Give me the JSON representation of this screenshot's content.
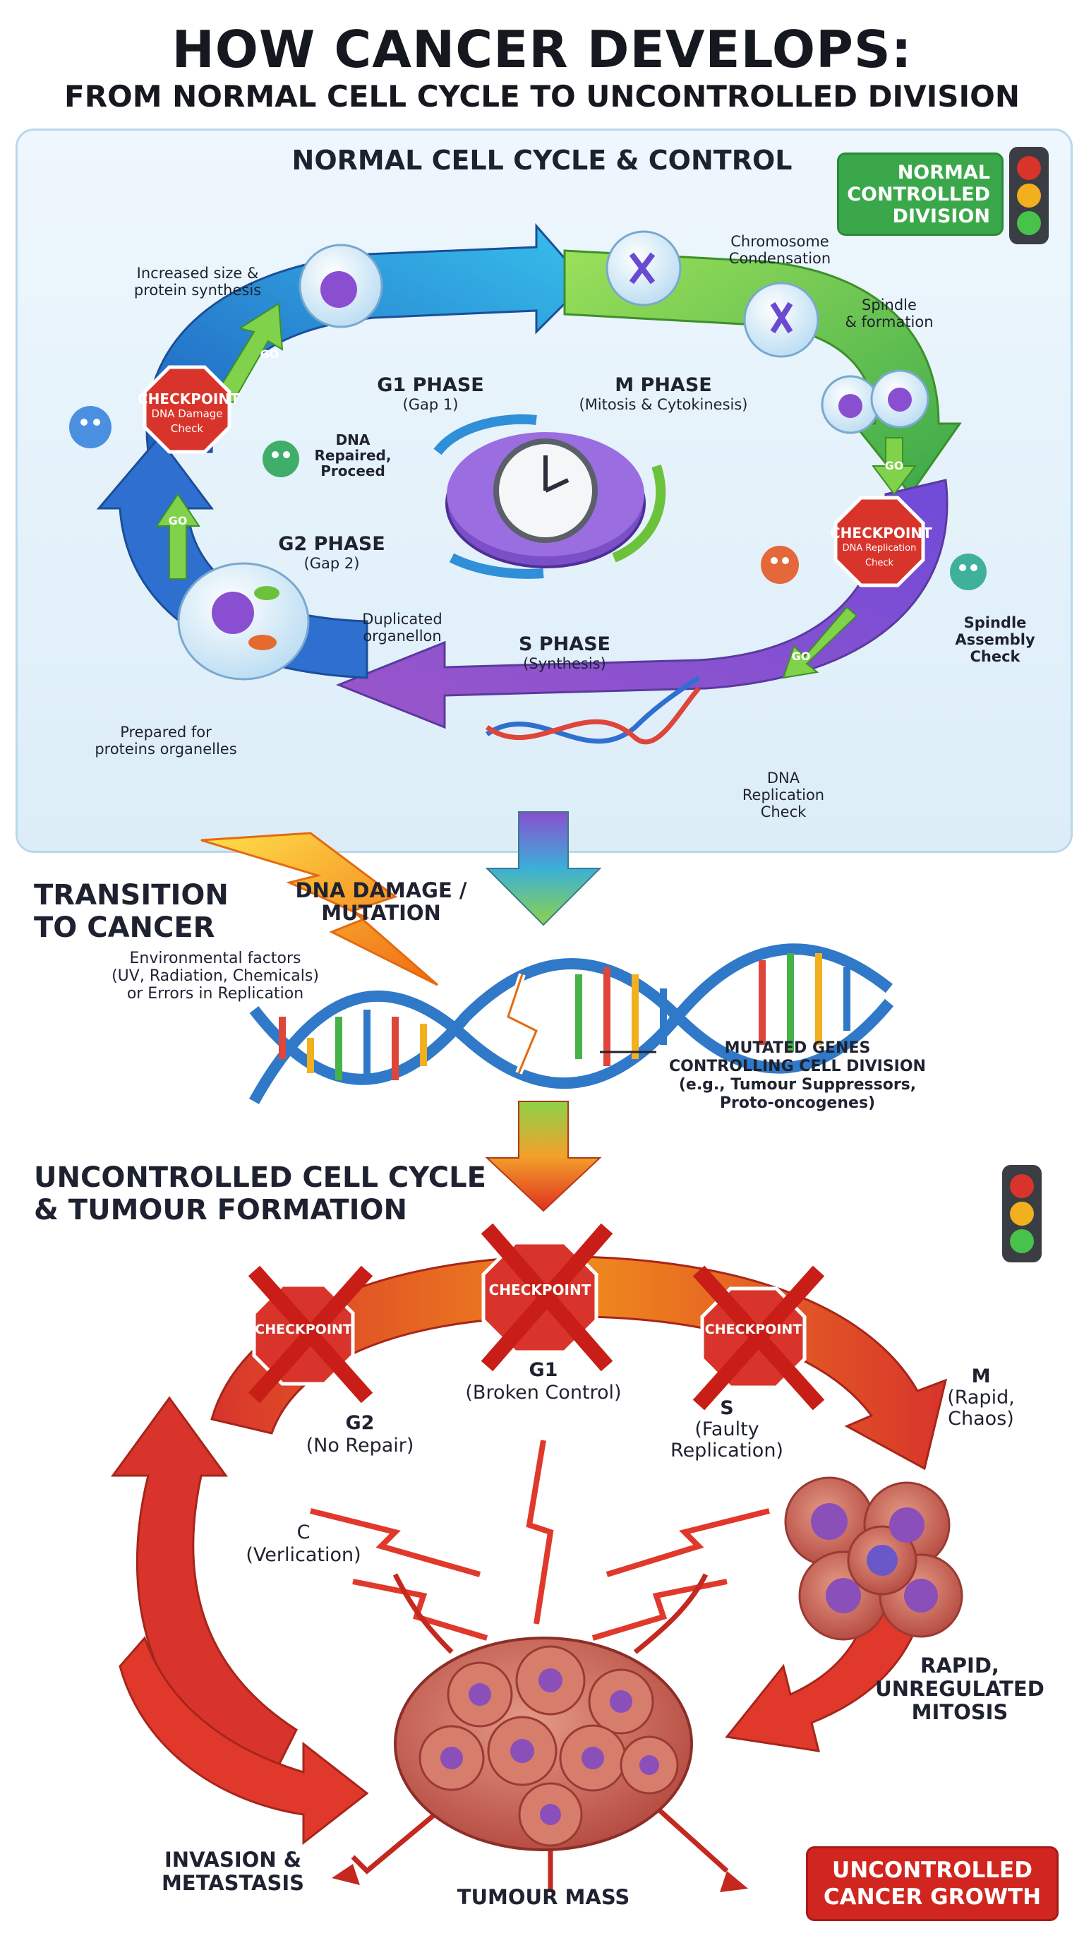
{
  "title": "HOW CANCER DEVELOPS:",
  "subtitle": "FROM NORMAL CELL CYCLE TO UNCONTROLLED DIVISION",
  "normal": {
    "heading": "NORMAL CELL CYCLE & CONTROL",
    "badge": [
      "NORMAL",
      "CONTROLLED",
      "DIVISION"
    ],
    "g1": {
      "name": "G1 PHASE",
      "sub": "(Gap 1)"
    },
    "m": {
      "name": "M PHASE",
      "sub": "(Mitosis & Cytokinesis)"
    },
    "g2": {
      "name": "G2 PHASE",
      "sub": "(Gap 2)"
    },
    "s": {
      "name": "S PHASE",
      "sub": "(Synthesis)"
    },
    "checkpoint_word": "CHECKPOINT",
    "cp_dna_damage": [
      "DNA Damage",
      "Check"
    ],
    "cp_dna_replication": [
      "DNA Replication",
      "Check"
    ],
    "go": "GO",
    "notes": {
      "increased": [
        "Increased size &",
        "protein synthesis"
      ],
      "chromosome": [
        "Chromosome",
        "Condensation"
      ],
      "spindle": [
        "Spindle",
        "& formation"
      ],
      "repaired": [
        "DNA",
        "Repaired,",
        "Proceed"
      ],
      "duplicated": [
        "Duplicated",
        "organellon"
      ],
      "prepared": [
        "Prepared for",
        "proteins organelles"
      ],
      "spindle_check": [
        "Spindle",
        "Assembly",
        "Check"
      ],
      "dna_rep_check": [
        "DNA",
        "Replication",
        "Check"
      ]
    }
  },
  "transition": {
    "heading": [
      "TRANSITION",
      "TO CANCER"
    ],
    "damage": [
      "DNA DAMAGE /",
      "MUTATION"
    ],
    "env": [
      "Environmental factors",
      "(UV, Radiation, Chemicals)",
      "or Errors in Replication"
    ],
    "mutated": [
      "MUTATED GENES",
      "CONTROLLING CELL DIVISION",
      "(e.g., Tumour Suppressors,",
      "Proto-oncogenes)"
    ]
  },
  "uncontrolled": {
    "heading": [
      "UNCONTROLLED CELL CYCLE",
      "& TUMOUR FORMATION"
    ],
    "cp_left": "CHECKPOINT",
    "cp_mid": "CHECKPOINT",
    "cp_right": "CHECKPOINT",
    "g1": [
      "G1",
      "(Broken Control)"
    ],
    "g2": [
      "G2",
      "(No Repair)"
    ],
    "s": [
      "S",
      "(Faulty",
      "Replication)"
    ],
    "m": [
      "M",
      "(Rapid,",
      "Chaos)"
    ],
    "c": [
      "C",
      "(Verlication)"
    ],
    "rapid": [
      "RAPID,",
      "UNREGULATED",
      "MITOSIS"
    ],
    "invasion": [
      "INVASION &",
      "METASTASIS"
    ],
    "tumour": "TUMOUR MASS",
    "badge": [
      "UNCONTROLLED",
      "CANCER GROWTH"
    ]
  },
  "colors": {
    "blue": "#2f7fd4",
    "cyan": "#2bb3e6",
    "green": "#6cc23a",
    "purple": "#8a4fd0",
    "red": "#d8342b",
    "orange": "#f08a1c",
    "badge_green": "#3aa84a",
    "badge_red": "#d0261f"
  }
}
